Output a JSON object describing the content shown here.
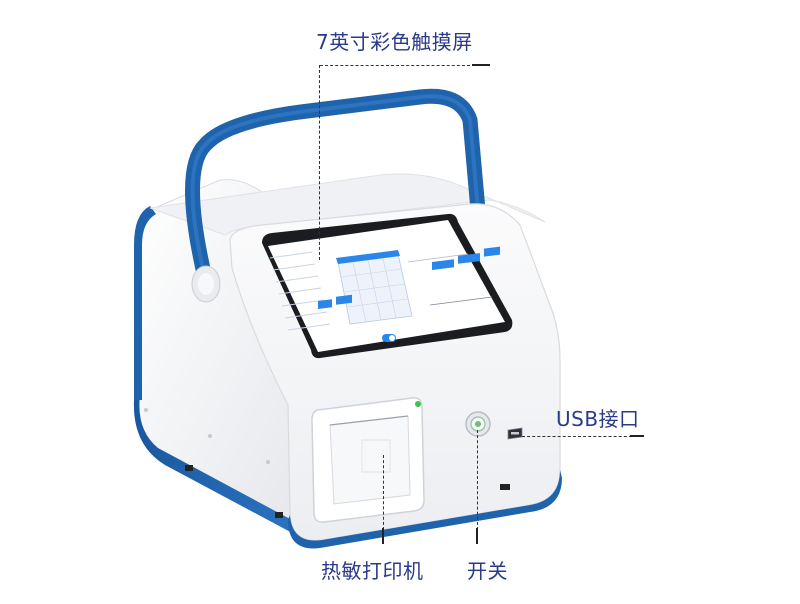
{
  "callouts": {
    "touchscreen": "7英寸彩色触摸屏",
    "usb": "USB接口",
    "printer": "热敏打印机",
    "power": "开关"
  },
  "colors": {
    "shell": "#f4f5f7",
    "shell_edge": "#dde0e6",
    "accent_blue": "#1f63ad",
    "screen_bezel": "#1a1c20",
    "screen_bg": "#ffffff",
    "ui_blue": "#2a86e8",
    "label_text": "#2a3a8a",
    "indicator_green": "#3fc24a"
  }
}
